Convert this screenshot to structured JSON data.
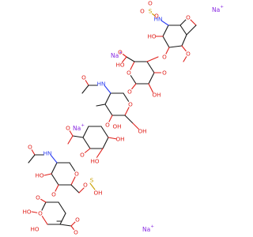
{
  "colors": {
    "carbon_bond": "#1a1a1a",
    "oxygen": "#e0201b",
    "nitrogen": "#2b3df2",
    "sulfur": "#c9a000",
    "sodium": "#8a2be2"
  },
  "counter_ions": [
    {
      "text": "Na",
      "charge": "+"
    },
    {
      "text": "Na",
      "charge": "+"
    },
    {
      "text": "Na",
      "charge": "+"
    },
    {
      "text": "Na",
      "charge": "+"
    }
  ],
  "atom_labels": [
    "O",
    "HN",
    "S",
    "O",
    "O",
    "O",
    "HO",
    "O",
    "O",
    "O",
    "O",
    "HO",
    "O",
    "O",
    "OH",
    "HN",
    "O",
    "O",
    "OH",
    "O",
    "O",
    "OH",
    "HO",
    "OH",
    "O",
    "HN",
    "HO",
    "O",
    "O",
    "S",
    "OH",
    "O",
    "O",
    "O",
    "O",
    "HO",
    "HO",
    "O",
    "O"
  ]
}
